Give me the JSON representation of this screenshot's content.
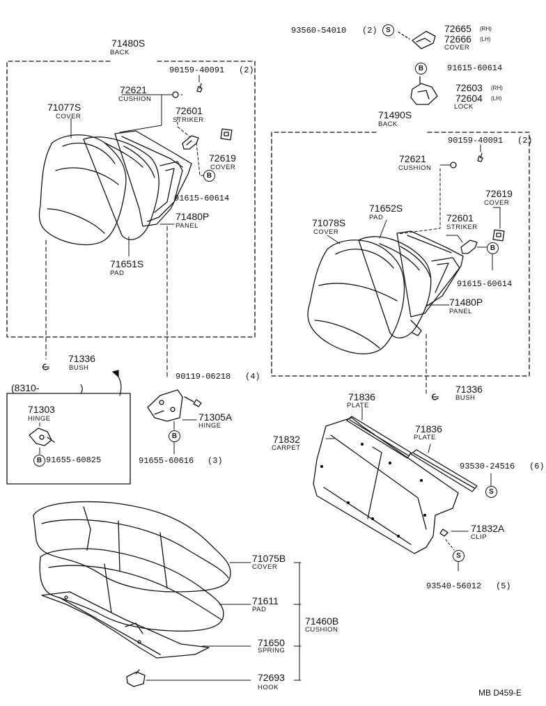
{
  "diagram_code": "MB D459-E",
  "back_lh": {
    "assembly": {
      "number": "71480S",
      "name": "BACK"
    },
    "screw": {
      "number": "90159-40091",
      "qty": "(2)"
    },
    "cushion": {
      "number": "72621",
      "name": "CUSHION"
    },
    "cover": {
      "number": "71077S",
      "name": "COVER"
    },
    "striker": {
      "number": "72601",
      "name": "STRIKER"
    },
    "striker_cover": {
      "number": "72619",
      "name": "COVER"
    },
    "bolt": {
      "number": "91615-60614"
    },
    "panel": {
      "number": "71480P",
      "name": "PANEL"
    },
    "pad": {
      "number": "71651S",
      "name": "PAD"
    }
  },
  "lock_group": {
    "screw": {
      "number": "93560-54010",
      "qty": "(2)"
    },
    "cover_rh": {
      "number": "72665",
      "side": "(RH)"
    },
    "cover_lh": {
      "number": "72666",
      "side": "(LH)"
    },
    "cover_name": "COVER",
    "bolt": {
      "number": "91615-60614"
    },
    "lock_rh": {
      "number": "72603",
      "side": "(RH)"
    },
    "lock_lh": {
      "number": "72604",
      "side": "(LH)"
    },
    "lock_name": "LOCK"
  },
  "back_rh": {
    "assembly": {
      "number": "71490S",
      "name": "BACK"
    },
    "screw": {
      "number": "90159-40091",
      "qty": "(2)"
    },
    "cushion": {
      "number": "72621",
      "name": "CUSHION"
    },
    "striker_cover": {
      "number": "72619",
      "name": "COVER"
    },
    "pad": {
      "number": "71652S",
      "name": "PAD"
    },
    "cover": {
      "number": "71078S",
      "name": "COVER"
    },
    "striker": {
      "number": "72601",
      "name": "STRIKER"
    },
    "bolt": {
      "number": "91615-60614"
    },
    "panel": {
      "number": "71480P",
      "name": "PANEL"
    },
    "bush": {
      "number": "71336",
      "name": "BUSH"
    }
  },
  "bush_lh": {
    "number": "71336",
    "name": "BUSH"
  },
  "inset": {
    "date": "(8310-",
    "date_close": ")",
    "hinge": {
      "number": "71303",
      "name": "HINGE"
    },
    "bolt": {
      "number": "91655-60825"
    }
  },
  "hinge_group": {
    "screw": {
      "number": "90119-06218",
      "qty": "(4)"
    },
    "hinge": {
      "number": "71305A",
      "name": "HINGE"
    },
    "bolt": {
      "number": "91655-60616",
      "qty": "(3)"
    }
  },
  "carpet_group": {
    "plate_a": {
      "number": "71836",
      "name": "PLATE"
    },
    "plate_b": {
      "number": "71836",
      "name": "PLATE"
    },
    "carpet": {
      "number": "71832",
      "name": "CARPET"
    },
    "screw": {
      "number": "93530-24516",
      "qty": "(6)"
    },
    "clip": {
      "number": "71832A",
      "name": "CLIP"
    },
    "screw2": {
      "number": "93540-56012",
      "qty": "(5)"
    }
  },
  "cushion_group": {
    "cover": {
      "number": "71075B",
      "name": "COVER"
    },
    "pad": {
      "number": "71611",
      "name": "PAD"
    },
    "assembly": {
      "number": "71460B",
      "name": "CUSHION"
    },
    "spring": {
      "number": "71650",
      "name": "SPRING"
    },
    "hook": {
      "number": "72693",
      "name": "HOOK"
    }
  },
  "markers": {
    "bolt": "B",
    "screw": "S"
  }
}
